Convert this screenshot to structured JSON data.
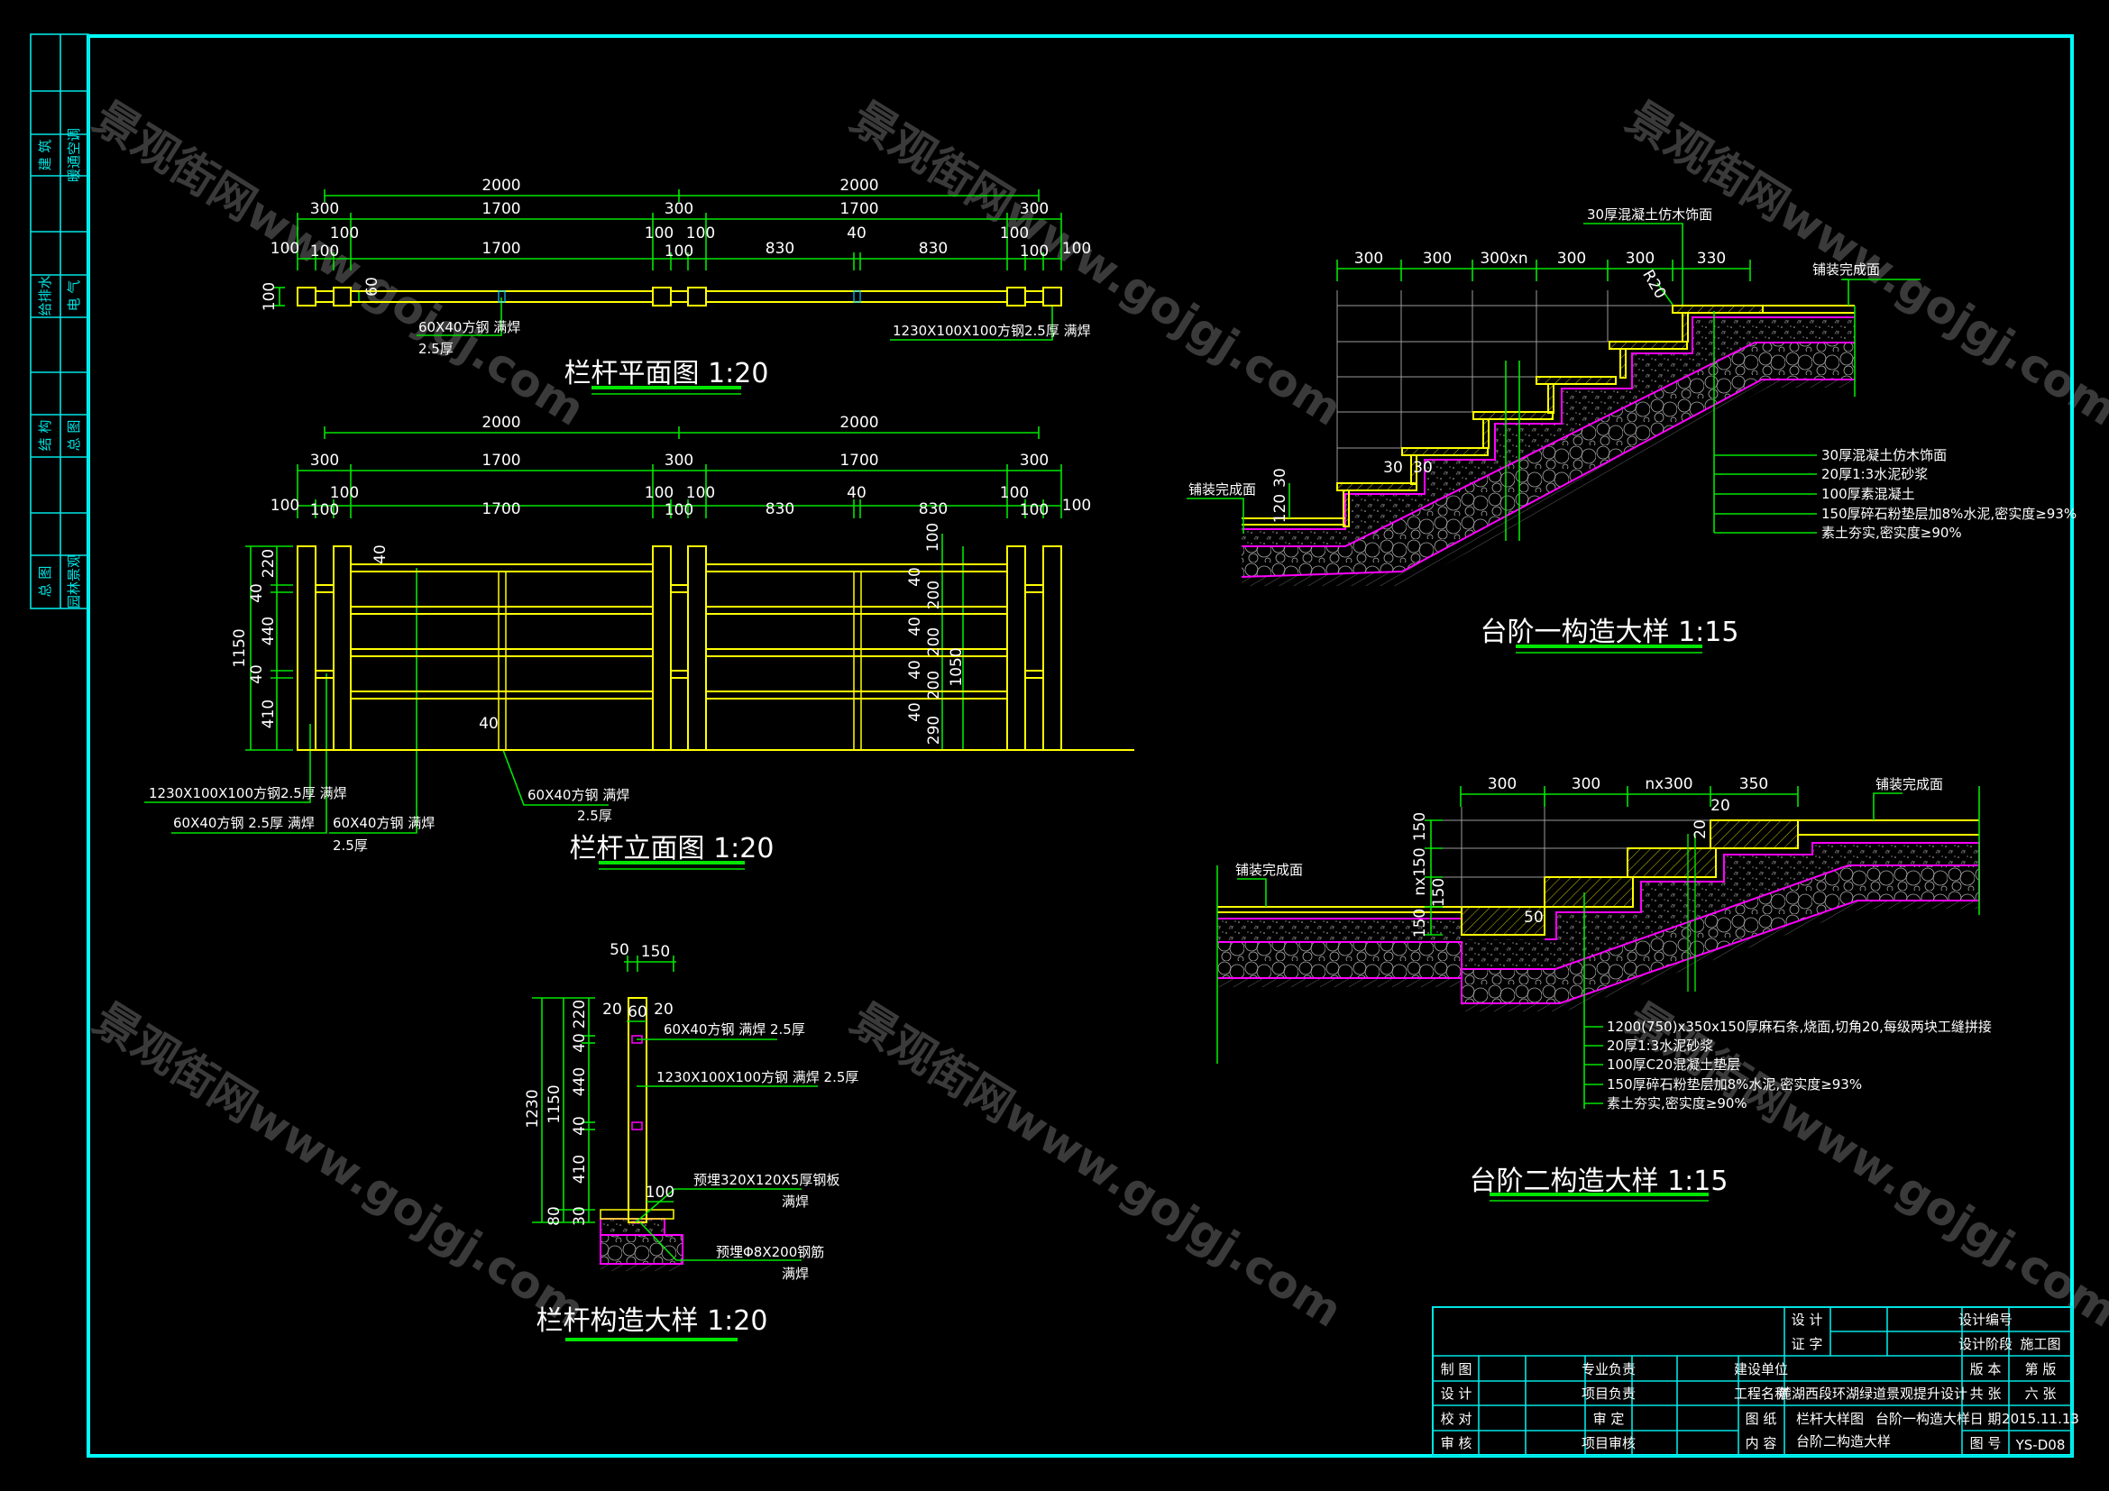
{
  "watermark": "景观街网www.gojgj.com",
  "colors": {
    "frame": "#00ffff",
    "dimension": "#00e600",
    "outline": "#ffff00",
    "layer": "#ff00ff",
    "background": "#000000"
  },
  "side_strip": {
    "labels": [
      "建 筑",
      "暖通空调",
      "给排水",
      "电 气",
      "结 构",
      "总 图",
      "总 图",
      "园林景观"
    ]
  },
  "plan": {
    "title": "栏杆平面图 1:20",
    "total": [
      "2000",
      "2000"
    ],
    "mid": [
      "300",
      "1700",
      "300",
      "1700",
      "300"
    ],
    "fine": [
      "100",
      "100",
      "100",
      "1700",
      "100",
      "100",
      "100",
      "830",
      "40",
      "830",
      "100",
      "100",
      "100"
    ],
    "side": [
      "100",
      "60"
    ],
    "note_bar": "60X40方钢 满焊",
    "note_bar_thk": "2.5厚",
    "note_post": "1230X100X100方钢2.5厚 满焊"
  },
  "elevation": {
    "title": "栏杆立面图 1:20",
    "total": [
      "2000",
      "2000"
    ],
    "mid": [
      "300",
      "1700",
      "300",
      "1700",
      "300"
    ],
    "fine": [
      "100",
      "100",
      "100",
      "1700",
      "100",
      "100",
      "100",
      "830",
      "40",
      "830",
      "100",
      "100",
      "100"
    ],
    "left": [
      "1150",
      "220",
      "40",
      "440",
      "40",
      "410"
    ],
    "right": [
      "100",
      "40",
      "200",
      "40",
      "200",
      "40",
      "200",
      "40",
      "290",
      "1050"
    ],
    "tag40": [
      "40",
      "40"
    ],
    "note_post": "1230X100X100方钢2.5厚 满焊",
    "note_bar1": "60X40方钢 2.5厚 满焊",
    "note_bar2": "60X40方钢 满焊",
    "note_bar2_thk": "2.5厚",
    "note_bar3": "60X40方钢 满焊",
    "note_bar3_thk": "2.5厚"
  },
  "detail": {
    "title": "栏杆构造大样 1:20",
    "top": [
      "50",
      "150",
      "20",
      "60",
      "20"
    ],
    "left": [
      "1230",
      "1150",
      "220",
      "40",
      "440",
      "40",
      "410",
      "80",
      "30"
    ],
    "base": "100",
    "note_bar": "60X40方钢 满焊 2.5厚",
    "note_post": "1230X100X100方钢 满焊 2.5厚",
    "note_plate": "预埋320X120X5厚钢板",
    "note_plate_weld": "满焊",
    "note_rebar": "预埋Φ8X200钢筋",
    "note_rebar_weld": "满焊"
  },
  "step1": {
    "title": "台阶一构造大样 1:15",
    "dims": [
      "300",
      "300",
      "300xn",
      "300",
      "300",
      "330"
    ],
    "top_note": "30厚混凝土仿木饰面",
    "finish_left": "铺装完成面",
    "finish_right": "铺装完成面",
    "small": [
      "30",
      "30",
      "30",
      "120",
      "R20"
    ],
    "layers": [
      "30厚混凝土仿木饰面",
      "20厚1:3水泥砂浆",
      "100厚素混凝土",
      "150厚碎石粉垫层加8%水泥,密实度≥93%",
      "素土夯实,密实度≥90%"
    ]
  },
  "step2": {
    "title": "台阶二构造大样 1:15",
    "dims": [
      "300",
      "300",
      "nx300",
      "350"
    ],
    "left": [
      "150",
      "nx150",
      "150",
      "150"
    ],
    "small": [
      "20",
      "20",
      "50"
    ],
    "finish_left": "铺装完成面",
    "finish_right": "铺装完成面",
    "layers": [
      "1200(750)x350x150厚麻石条,烧面,切角20,每级两块工缝拼接",
      "20厚1:3水泥砂浆",
      "100厚C20混凝土垫层",
      "150厚碎石粉垫层加8%水泥,密实度≥93%",
      "素土夯实,密实度≥90%"
    ]
  },
  "title_block": {
    "design_lbl": "设 计",
    "cert_lbl": "证 字",
    "design_no_lbl": "设计编号",
    "stage_lbl": "设计阶段",
    "stage": "施工图",
    "rows": {
      "draw": "制 图",
      "design": "设 计",
      "check": "校 对",
      "review": "审 核",
      "major": "专业负责",
      "proj": "项目负责",
      "approve": "审 定",
      "proj_review": "项目审核",
      "client": "建设单位",
      "project_lbl": "工程名称",
      "drawing_lbl": "图 纸",
      "content_lbl": "内 容",
      "version_lbl": "版 本",
      "sheets_lbl": "共 张",
      "date_lbl": "日 期",
      "no_lbl": "图 号"
    },
    "project": "麓湖西段环湖绿道景观提升设计",
    "content_1": "栏杆大样图",
    "content_2": "台阶一构造大样",
    "content_3": "台阶二构造大样",
    "version": "第  版",
    "sheets": "六  张",
    "date": "2015.11.13",
    "drawing_no": "YS-D08"
  }
}
